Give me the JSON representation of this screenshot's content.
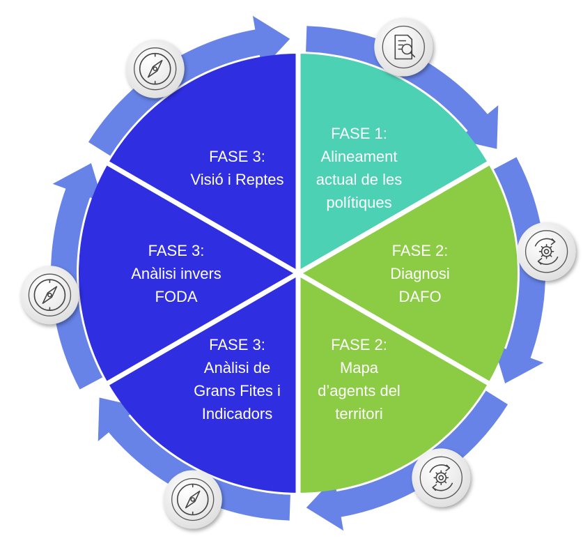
{
  "phases": [
    {
      "id": "fase1-alineament",
      "lines": [
        "FASE 1:",
        "Alineament",
        "actual de les",
        "polítiques"
      ],
      "color": "#4cd1b4"
    },
    {
      "id": "fase2-diagnosi",
      "lines": [
        "FASE 2:",
        "Diagnosi",
        "DAFO"
      ],
      "color": "#8ccc45"
    },
    {
      "id": "fase2-mapa",
      "lines": [
        "FASE 2:",
        "Mapa",
        "d’agents del",
        "territori"
      ],
      "color": "#8ccc45"
    },
    {
      "id": "fase3-grans-fites",
      "lines": [
        "FASE 3:",
        "Anàlisi de",
        "Grans Fites i",
        "Indicadors"
      ],
      "color": "#2f2ee0"
    },
    {
      "id": "fase3-analisi-invers",
      "lines": [
        "FASE 3:",
        "Anàlisi invers",
        "FODA"
      ],
      "color": "#2f2ee0"
    },
    {
      "id": "fase3-visio",
      "lines": [
        "FASE 3:",
        "Visió i Reptes"
      ],
      "color": "#2f2ee0"
    }
  ],
  "ring_color": "#5a78e6",
  "icons": [
    {
      "name": "document-search-icon",
      "type": "document"
    },
    {
      "name": "gear-cycle-icon",
      "type": "gear"
    },
    {
      "name": "gear-cycle-icon",
      "type": "gear"
    },
    {
      "name": "compass-icon",
      "type": "compass"
    },
    {
      "name": "compass-icon",
      "type": "compass"
    },
    {
      "name": "compass-icon",
      "type": "compass"
    }
  ]
}
